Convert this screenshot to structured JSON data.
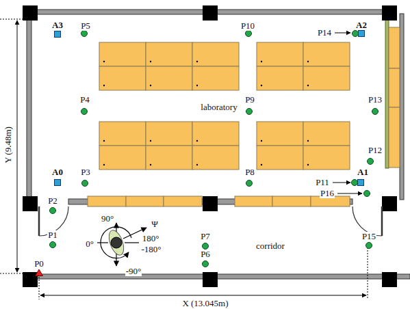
{
  "diagram": {
    "labels": [
      "A3",
      "P5",
      "P10",
      "P14",
      "A2",
      "P4",
      "laboratory",
      "P9",
      "P13",
      "Y (9.48m)",
      "P12",
      "A0",
      "P3",
      "P8",
      "A1",
      "P11",
      "P16",
      "P2",
      "90°",
      "Ψ",
      "0°",
      "180°",
      "-180°",
      "P7",
      "P1",
      "corridor",
      "P15",
      "P6",
      "P0",
      "-90°",
      "X (13.045m)"
    ]
  }
}
